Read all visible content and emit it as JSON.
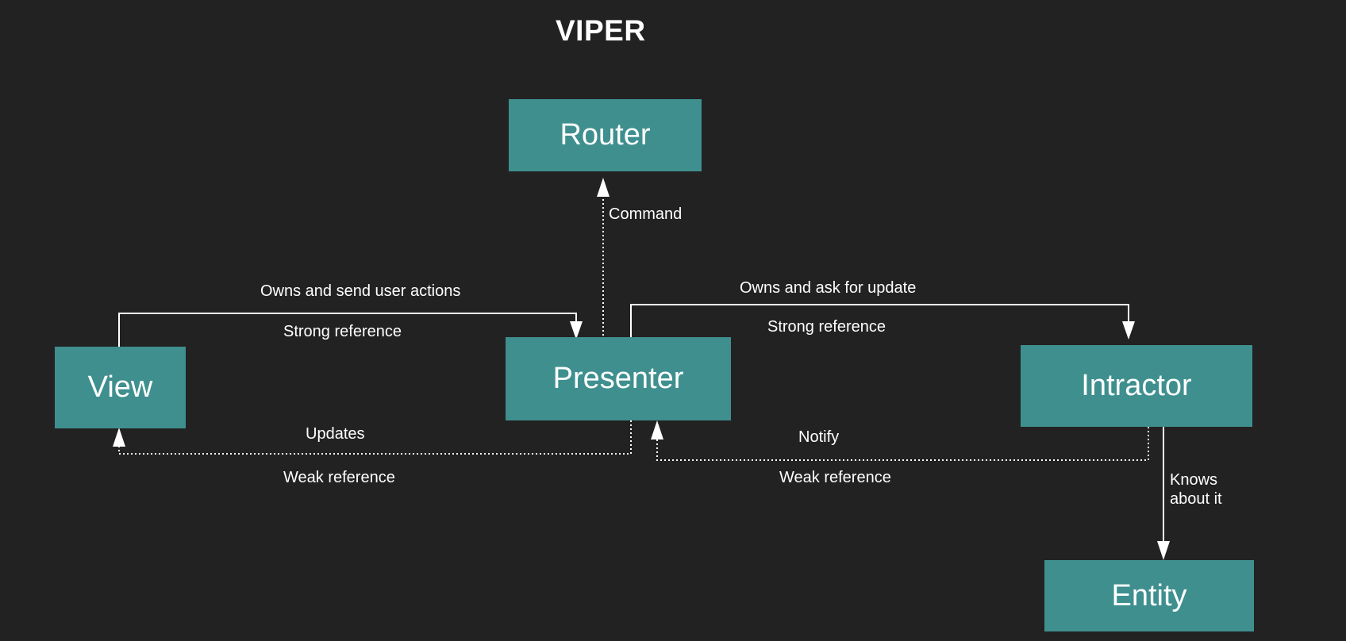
{
  "title": "VIPER",
  "colors": {
    "background": "#222222",
    "box_fill": "#3f8f8f",
    "line": "#ffffff"
  },
  "nodes": {
    "router": "Router",
    "view": "View",
    "presenter": "Presenter",
    "interactor": "Intractor",
    "entity": "Entity"
  },
  "edges": {
    "command": "Command",
    "view_to_presenter_top": "Owns and send user actions",
    "view_to_presenter_bottom": "Strong reference",
    "presenter_to_interactor_top": "Owns and ask for update",
    "presenter_to_interactor_bottom": "Strong reference",
    "presenter_to_view_top": "Updates",
    "presenter_to_view_bottom": "Weak reference",
    "interactor_to_presenter_top": "Notify",
    "interactor_to_presenter_bottom": "Weak reference",
    "interactor_to_entity": "Knows\nabout it"
  }
}
